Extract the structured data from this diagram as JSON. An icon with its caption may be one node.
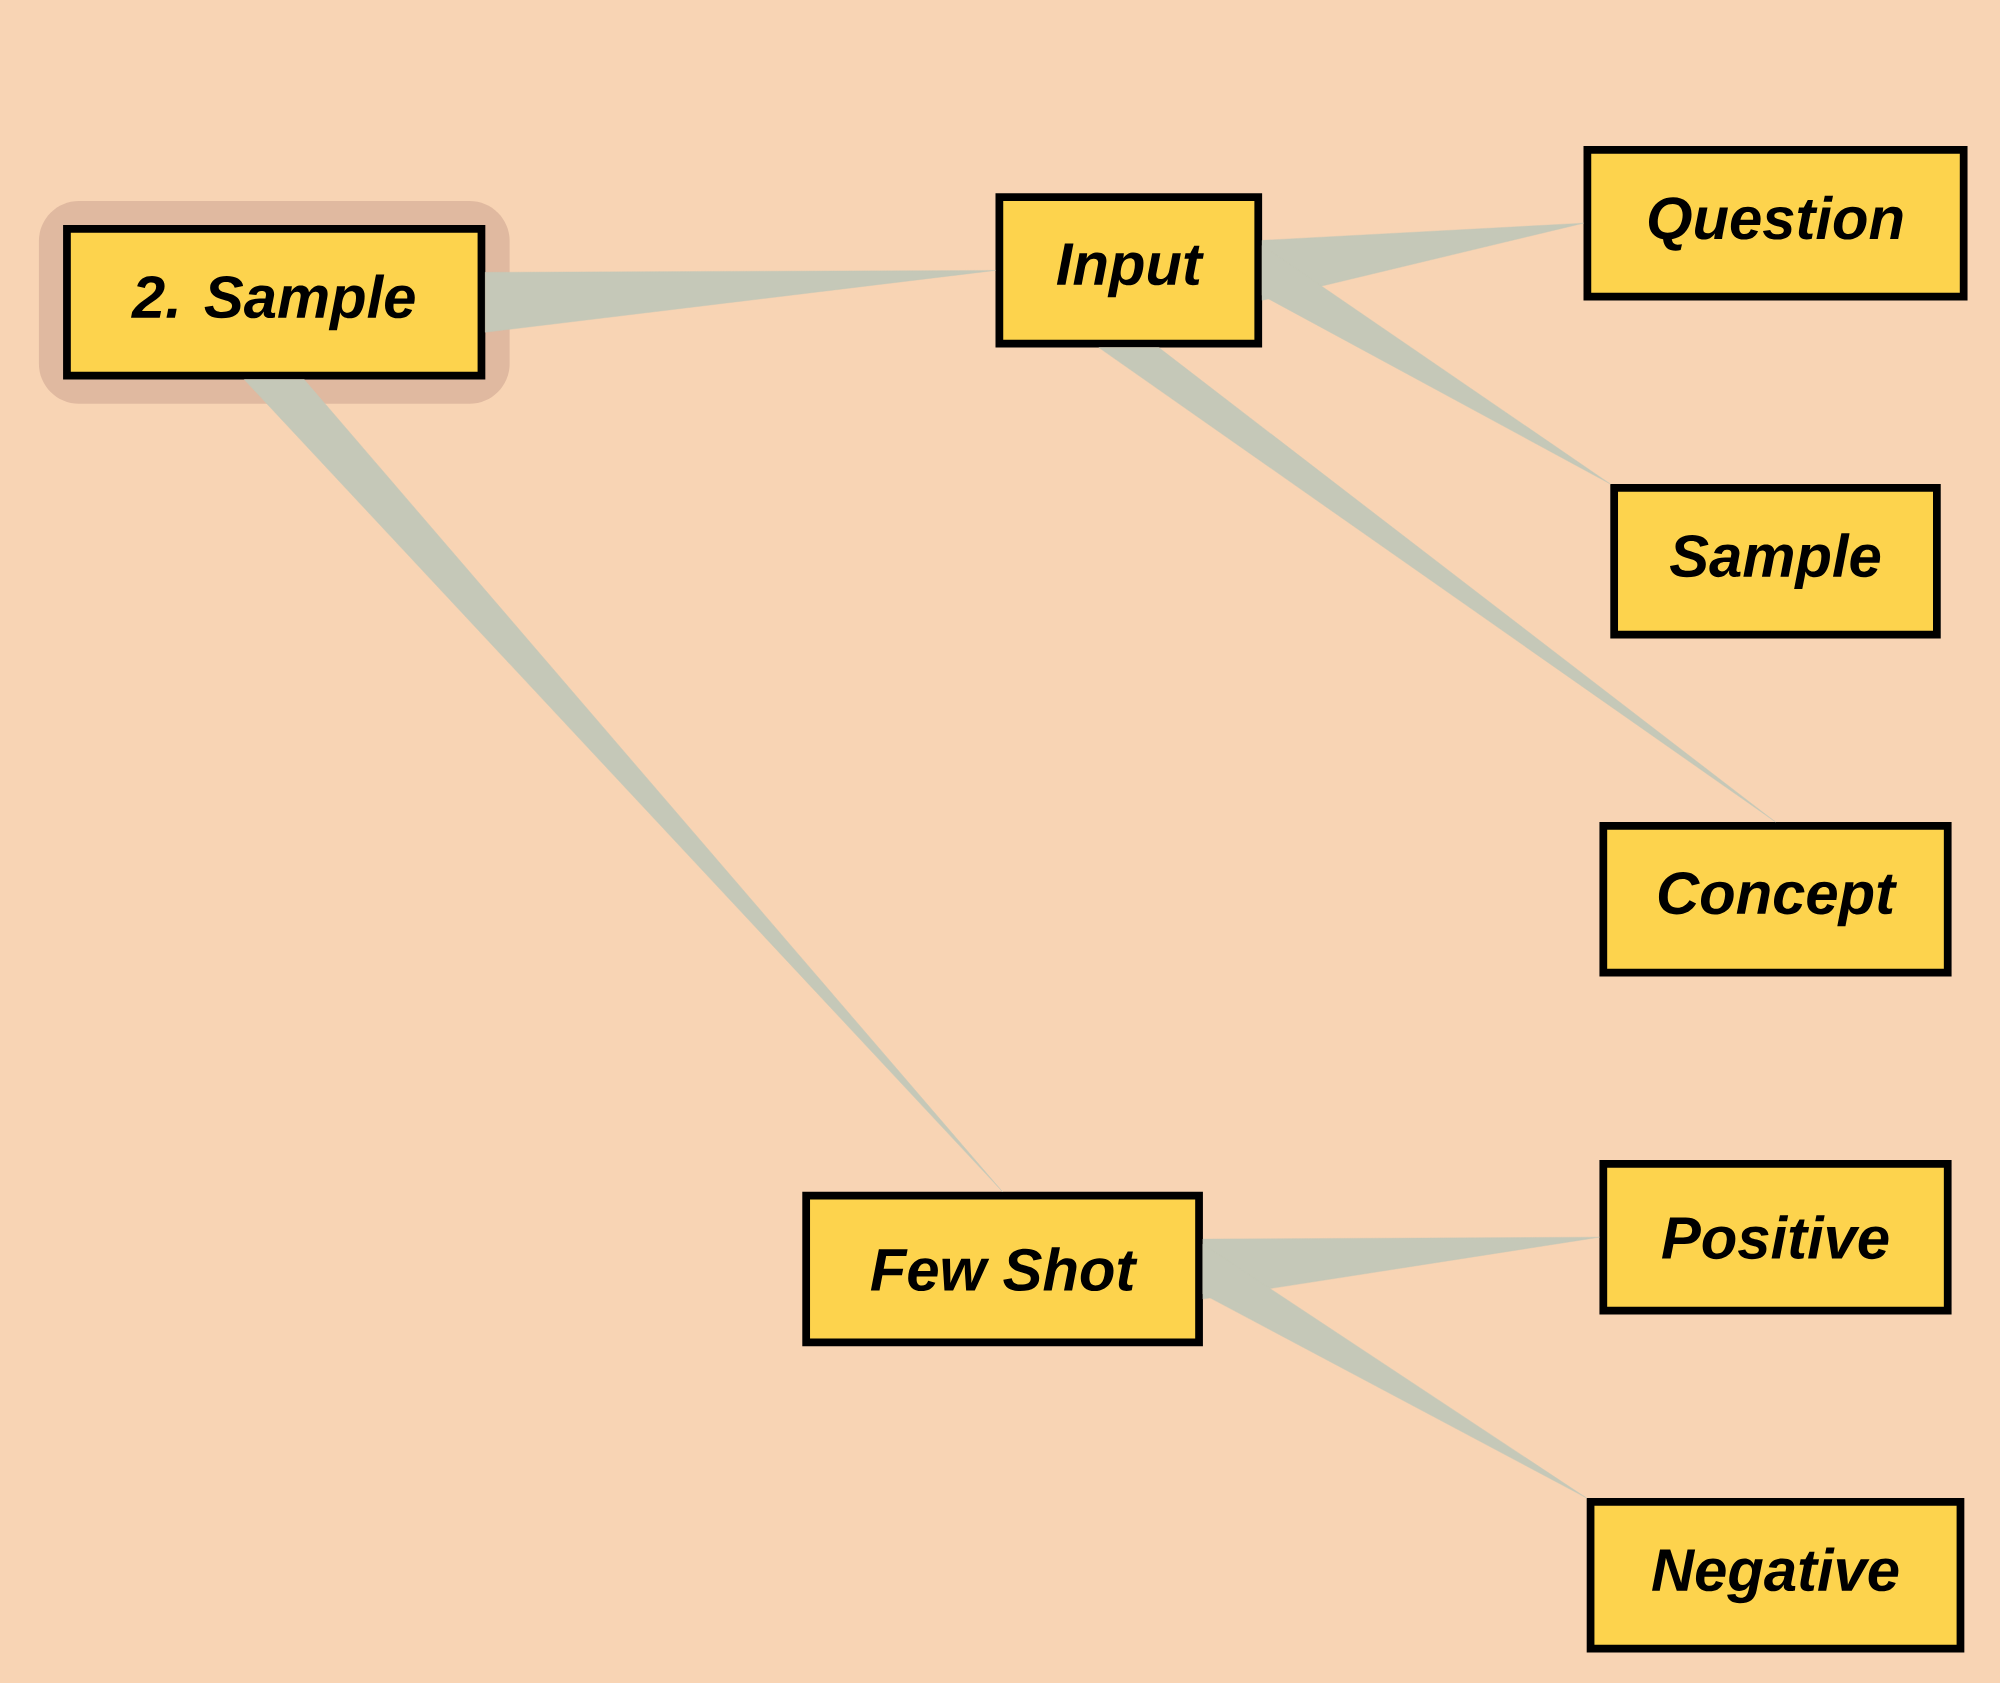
{
  "diagram": {
    "nodes": [
      {
        "text": [
          "2. Sample"
        ]
      },
      {
        "text": [
          "Input"
        ]
      },
      {
        "text": [
          "Question"
        ]
      },
      {
        "text": [
          "Sample"
        ]
      },
      {
        "text": [
          "Concept"
        ]
      },
      {
        "text": [
          "Few Shot"
        ]
      },
      {
        "text": [
          "Positive"
        ]
      },
      {
        "text": [
          "Negative"
        ]
      }
    ],
    "edges": [
      {
        "from": 0,
        "to": 1,
        "arrow": "none"
      },
      {
        "from": 1,
        "to": 2,
        "arrow": "none"
      },
      {
        "from": 1,
        "to": 3,
        "arrow": "none"
      },
      {
        "from": 1,
        "to": 4,
        "arrow": "none"
      },
      {
        "from": 0,
        "to": 5,
        "arrow": "none"
      },
      {
        "from": 5,
        "to": 6,
        "arrow": "none"
      },
      {
        "from": 5,
        "to": 7,
        "arrow": "none"
      }
    ]
  }
}
